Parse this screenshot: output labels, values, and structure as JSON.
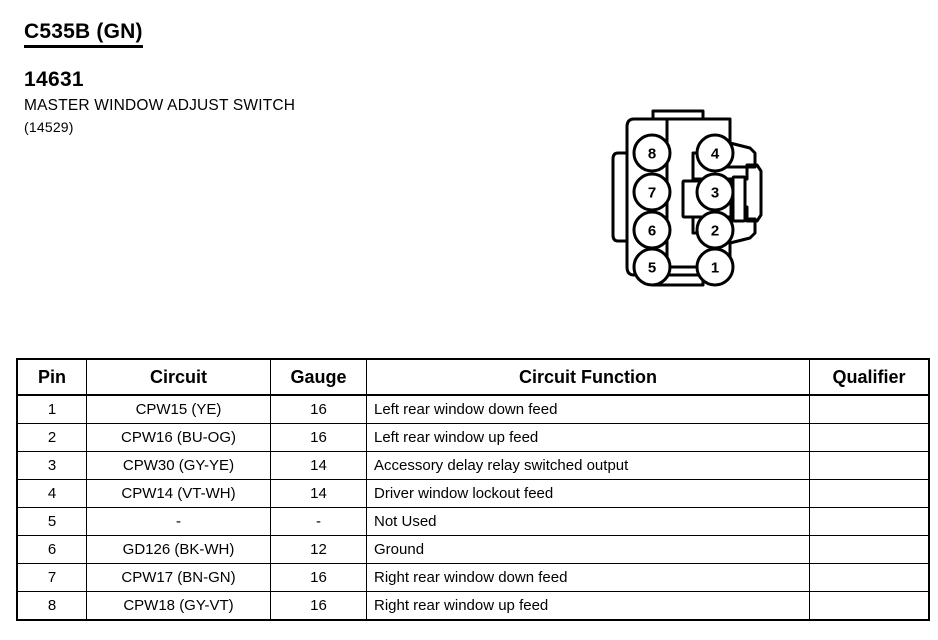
{
  "header": {
    "connector_id": "C535B (GN)",
    "part_number": "14631",
    "component_name": "MASTER WINDOW ADJUST SWITCH",
    "component_alt_number": "(14529)"
  },
  "connector": {
    "icon_name": "connector-housing-8-pin",
    "pin_count": 8,
    "left_column_pins": [
      "8",
      "7",
      "6",
      "5"
    ],
    "right_column_pins": [
      "4",
      "3",
      "2",
      "1"
    ],
    "outline_color": "#000000",
    "fill_color": "#ffffff"
  },
  "table": {
    "columns": [
      "Pin",
      "Circuit",
      "Gauge",
      "Circuit Function",
      "Qualifier"
    ],
    "rows": [
      {
        "pin": "1",
        "circuit": "CPW15 (YE)",
        "gauge": "16",
        "function": "Left rear window down feed",
        "qualifier": ""
      },
      {
        "pin": "2",
        "circuit": "CPW16 (BU-OG)",
        "gauge": "16",
        "function": "Left rear window up feed",
        "qualifier": ""
      },
      {
        "pin": "3",
        "circuit": "CPW30 (GY-YE)",
        "gauge": "14",
        "function": "Accessory delay relay switched output",
        "qualifier": ""
      },
      {
        "pin": "4",
        "circuit": "CPW14 (VT-WH)",
        "gauge": "14",
        "function": "Driver window lockout feed",
        "qualifier": ""
      },
      {
        "pin": "5",
        "circuit": "-",
        "gauge": "-",
        "function": "Not Used",
        "qualifier": ""
      },
      {
        "pin": "6",
        "circuit": "GD126 (BK-WH)",
        "gauge": "12",
        "function": "Ground",
        "qualifier": ""
      },
      {
        "pin": "7",
        "circuit": "CPW17 (BN-GN)",
        "gauge": "16",
        "function": "Right rear window down feed",
        "qualifier": ""
      },
      {
        "pin": "8",
        "circuit": "CPW18 (GY-VT)",
        "gauge": "16",
        "function": "Right rear window up feed",
        "qualifier": ""
      }
    ]
  }
}
